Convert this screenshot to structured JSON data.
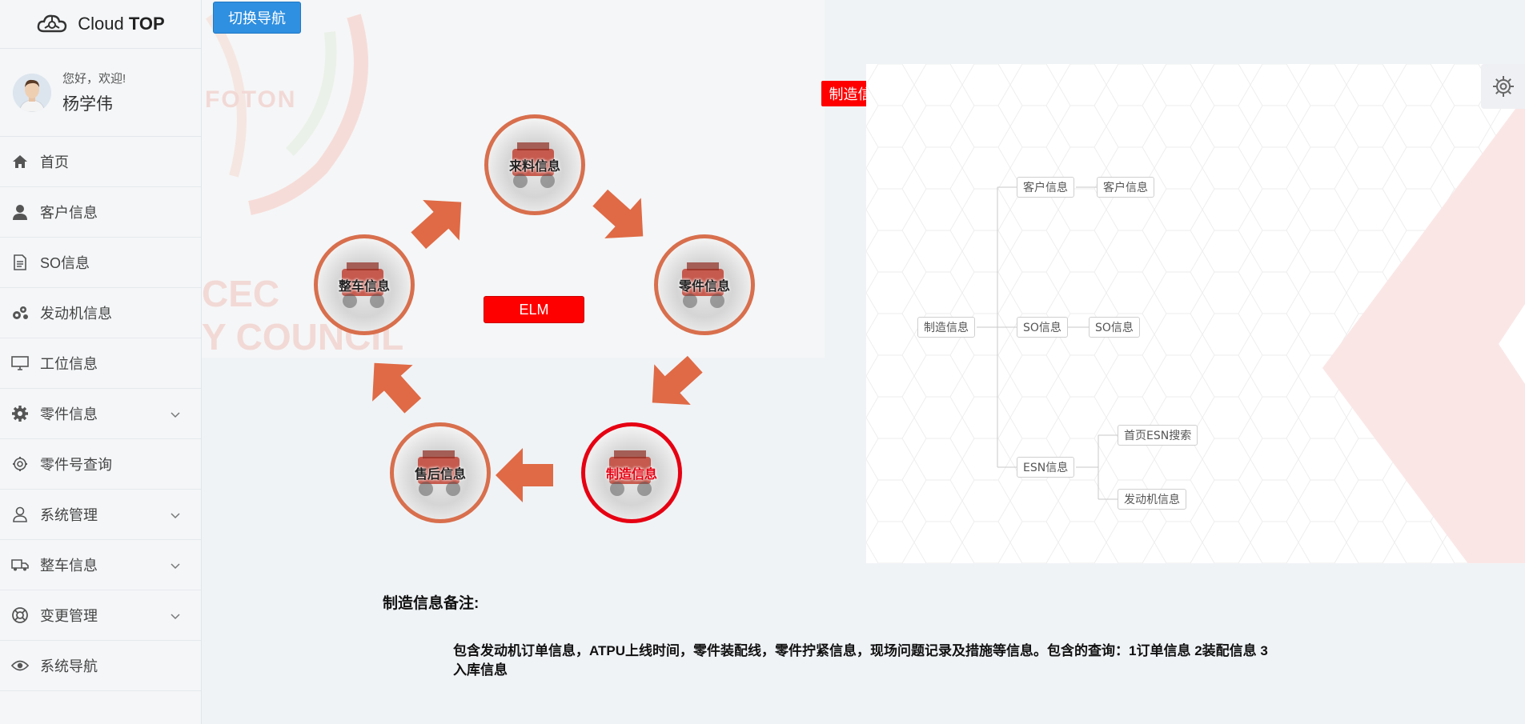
{
  "app": {
    "logo_text_light": "Cloud ",
    "logo_text_bold": "TOP"
  },
  "user": {
    "greeting": "您好，欢迎!",
    "name": "杨学伟"
  },
  "sidebar": {
    "items": [
      {
        "label": "首页",
        "icon": "home-icon"
      },
      {
        "label": "客户信息",
        "icon": "user-icon"
      },
      {
        "label": "SO信息",
        "icon": "document-icon"
      },
      {
        "label": "发动机信息",
        "icon": "gears-icon"
      },
      {
        "label": "工位信息",
        "icon": "monitor-icon"
      },
      {
        "label": "零件信息",
        "icon": "cog-icon",
        "expandable": true
      },
      {
        "label": "零件号查询",
        "icon": "cog-outline-icon"
      },
      {
        "label": "系统管理",
        "icon": "person-outline-icon",
        "expandable": true
      },
      {
        "label": "整车信息",
        "icon": "truck-icon",
        "expandable": true
      },
      {
        "label": "变更管理",
        "icon": "lifebuoy-icon",
        "expandable": true
      },
      {
        "label": "系统导航",
        "icon": "eye-icon"
      }
    ]
  },
  "toolbar": {
    "switch_nav_label": "切换导航"
  },
  "cycle": {
    "nodes": {
      "incoming": "来料信息",
      "parts": "零件信息",
      "manufacturing": "制造信息",
      "after_sales": "售后信息",
      "vehicle": "整车信息"
    },
    "center_label": "ELM",
    "active": "manufacturing"
  },
  "watermark": {
    "brand": "FOTON",
    "line1": "CEC",
    "line2": "Y COUNCIL"
  },
  "detail": {
    "tag": "制造信息:",
    "tree": {
      "root": "制造信息",
      "customer": "客户信息",
      "customer_child": "客户信息",
      "so": "SO信息",
      "so_child": "SO信息",
      "esn": "ESN信息",
      "esn_child1": "首页ESN搜索",
      "esn_child2": "发动机信息"
    }
  },
  "note": {
    "title": "制造信息备注:",
    "body": "包含发动机订单信息，ATPU上线时间，零件装配线，零件拧紧信息，现场问题记录及措施等信息。包含的查询：1订单信息 2装配信息 3入库信息"
  },
  "colors": {
    "accent_blue": "#2f8fe0",
    "node_orange": "#d86f4d",
    "active_red": "#e60012",
    "tag_red": "#ff0000"
  }
}
